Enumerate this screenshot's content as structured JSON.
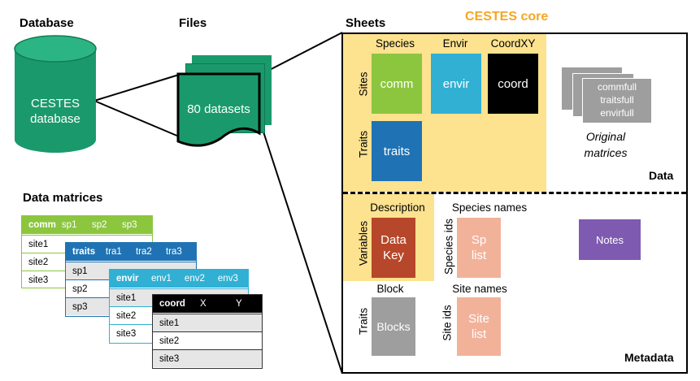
{
  "headers": {
    "database": "Database",
    "files": "Files",
    "sheets": "Sheets",
    "core": "CESTES core",
    "data_matrices": "Data matrices"
  },
  "database": {
    "label_line1": "CESTES",
    "label_line2": "database"
  },
  "files": {
    "label": "80 datasets"
  },
  "core": {
    "col_species": "Species",
    "col_envir": "Envir",
    "col_coordxy": "CoordXY",
    "row_sites": "Sites",
    "row_traits": "Traits",
    "comm": "comm",
    "envir": "envir",
    "coord": "coord",
    "traits": "traits"
  },
  "original": {
    "sheet1": "commfull",
    "sheet2": "traitsfull",
    "sheet3": "envirfull",
    "caption_line1": "Original",
    "caption_line2": "matrices"
  },
  "data_label": "Data",
  "metadata": {
    "description": "Description",
    "variables": "Variables",
    "datakey_line1": "Data",
    "datakey_line2": "Key",
    "species_names": "Species names",
    "species_ids": "Species ids",
    "sp_line1": "Sp",
    "sp_line2": "list",
    "notes": "Notes",
    "block": "Block",
    "traits": "Traits",
    "blocks": "Blocks",
    "site_names": "Site names",
    "site_ids": "Site ids",
    "site_line1": "Site",
    "site_line2": "list",
    "label": "Metadata"
  },
  "matrices": {
    "comm": {
      "header": [
        "comm",
        "sp1",
        "sp2",
        "sp3"
      ],
      "rows": [
        "site1",
        "site2",
        "site3"
      ]
    },
    "traits": {
      "header": [
        "traits",
        "tra1",
        "tra2",
        "tra3"
      ],
      "rows": [
        "sp1",
        "sp2",
        "sp3"
      ]
    },
    "envir": {
      "header": [
        "envir",
        "env1",
        "env2",
        "env3"
      ],
      "rows": [
        "site1",
        "site2",
        "site3"
      ]
    },
    "coord": {
      "header": [
        "coord",
        "X",
        "Y"
      ],
      "rows": [
        "site1",
        "site2",
        "site3"
      ]
    }
  },
  "colors": {
    "green": "#8cc63f",
    "cyan": "#31b0d4",
    "blue": "#1f73b4",
    "black": "#000000",
    "teal": "#1a9a6c",
    "yellow": "#fde28f",
    "orange": "#f5a623",
    "rust": "#b7472a",
    "salmon": "#f2b29a",
    "purple": "#7e5ab0",
    "gray": "#9e9e9e"
  }
}
